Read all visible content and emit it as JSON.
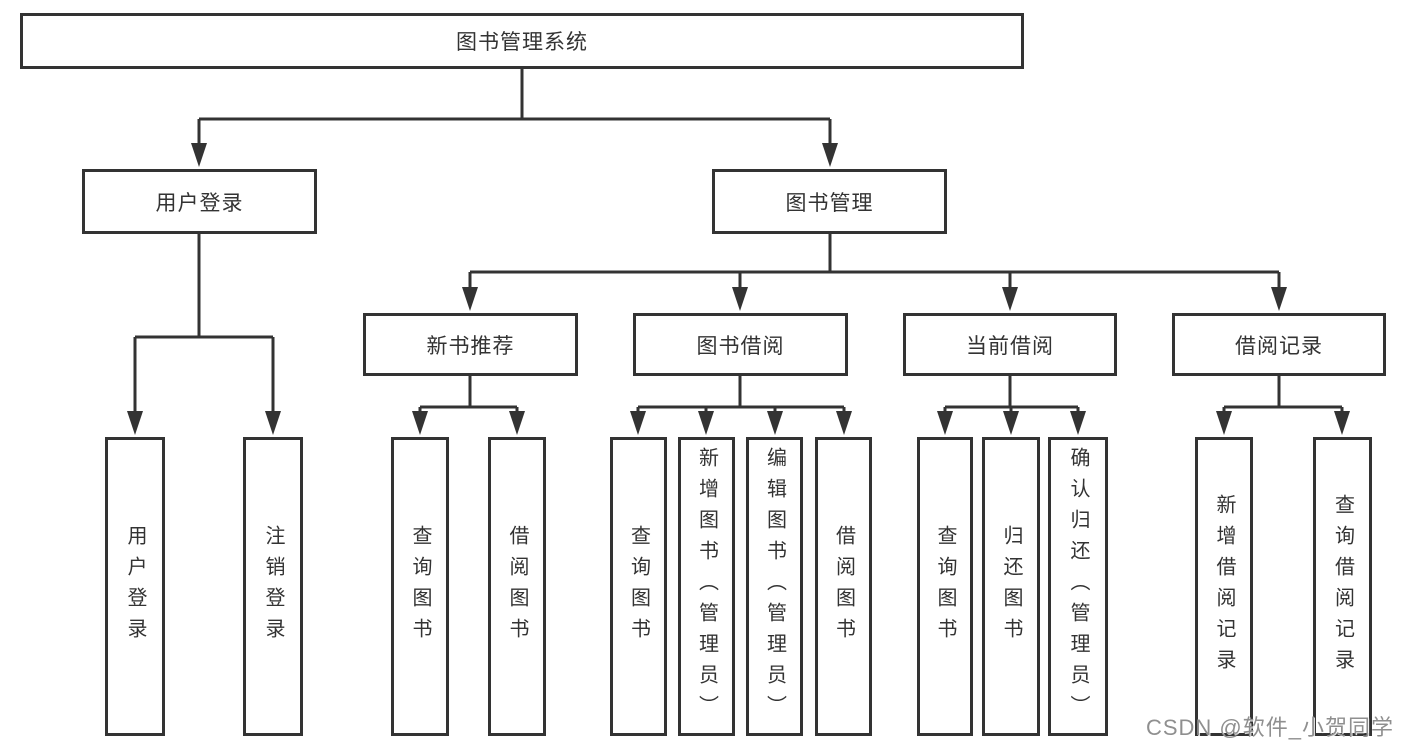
{
  "root_label": "图书管理系统",
  "level2": {
    "user_login": "用户登录",
    "book_management": "图书管理"
  },
  "level3": {
    "new_book_recommend": "新书推荐",
    "book_borrow": "图书借阅",
    "current_borrow": "当前借阅",
    "borrow_records": "借阅记录"
  },
  "leaves": {
    "user_login": [
      "用户登录",
      "注销登录"
    ],
    "new_book_recommend": [
      "查询图书",
      "借阅图书"
    ],
    "book_borrow": [
      "查询图书",
      "新增图书（管理员）",
      "编辑图书（管理员）",
      "借阅图书"
    ],
    "current_borrow": [
      "查询图书",
      "归还图书",
      "确认归还（管理员）"
    ],
    "borrow_records": [
      "新增借阅记录",
      "查询借阅记录"
    ]
  },
  "watermark": "CSDN @软件_小贺同学",
  "colors": {
    "line": "#333333",
    "text": "#333333",
    "watermark": "#8f8f8f"
  }
}
